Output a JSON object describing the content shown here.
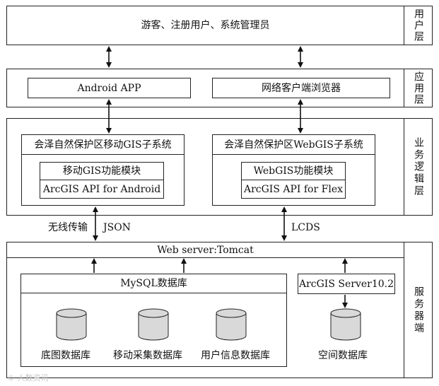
{
  "layers": {
    "user": {
      "label": "用户层",
      "content": "游客、注册用户、系统管理员"
    },
    "application": {
      "label": "应用层",
      "android_app": "Android APP",
      "browser": "网络客户端浏览器"
    },
    "business": {
      "label": "业务逻辑层",
      "mobile": {
        "title": "会泽自然保护区移动GIS子系统",
        "module": "移动GIS功能模块",
        "api": "ArcGIS API for Android"
      },
      "web": {
        "title": "会泽自然保护区WebGIS子系统",
        "module": "WebGIS功能模块",
        "api": "ArcGIS API for Flex"
      }
    },
    "server": {
      "label": "服务器端",
      "web_server": "Web server:Tomcat",
      "mysql": "MySQL数据库",
      "arcgis_server": "ArcGIS Server10.2",
      "databases": [
        "底图数据库",
        "移动采集数据库",
        "用户信息数据库"
      ],
      "spatial_db": "空间数据库"
    }
  },
  "connections": {
    "wireless": "无线传输",
    "json": "JSON",
    "lcds": "LCDS"
  },
  "watermark": "© 人数资讯"
}
